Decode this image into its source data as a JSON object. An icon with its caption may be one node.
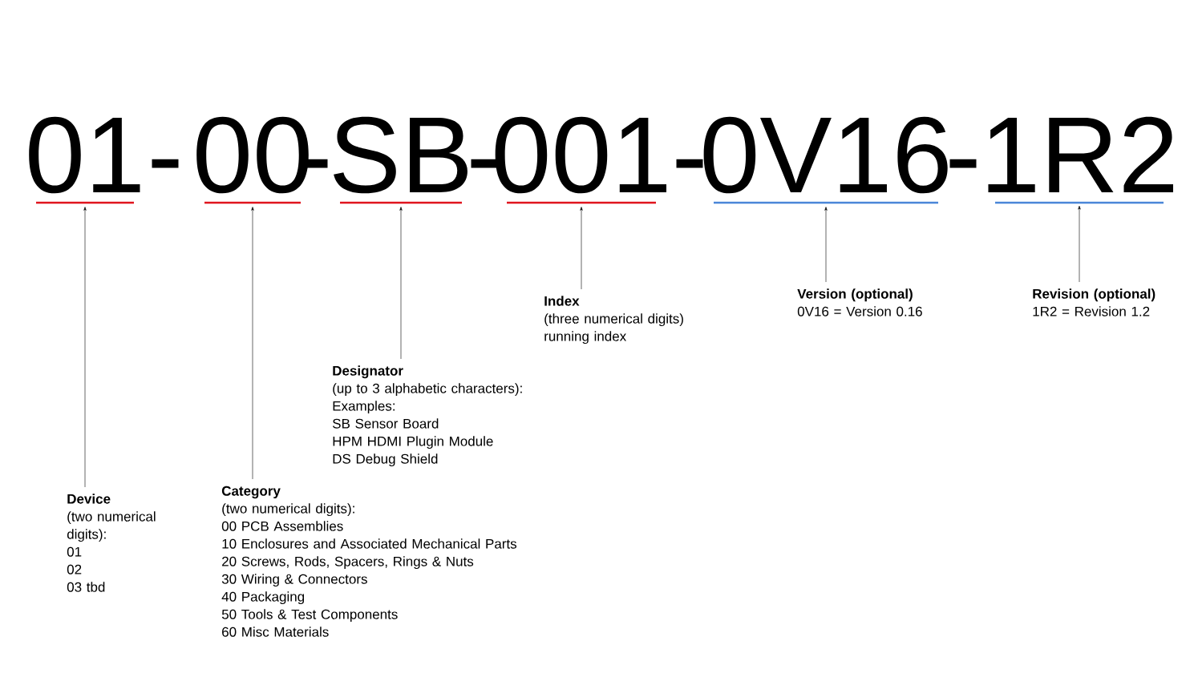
{
  "diagram": {
    "nodes": [
      {
        "text": [
          "01"
        ]
      },
      {
        "text": [
          "00"
        ]
      },
      {
        "text": [
          "SB"
        ]
      },
      {
        "text": [
          "001"
        ]
      },
      {
        "text": [
          "0V16"
        ]
      },
      {
        "text": [
          "1R2"
        ]
      },
      {
        "text": [
          "Device",
          "(two numerical digits):",
          "01",
          "02",
          "03 tbd"
        ]
      },
      {
        "text": [
          "Category",
          "(two numerical digits):",
          "00 PCB Assemblies",
          "10 Enclosures and Associated Mechanical Parts",
          "20 Screws, Rods, Spacers, Rings & Nuts",
          "30 Wiring & Connectors",
          "40 Packaging",
          "50 Tools & Test Components",
          "60 Misc Materials"
        ]
      },
      {
        "text": [
          "Designator",
          "(up to 3 alphabetic characters):",
          "Examples:",
          "SB Sensor Board",
          "HPM HDMI Plugin Module",
          "DS Debug Shield"
        ]
      },
      {
        "text": [
          "Index",
          "(three numerical digits)",
          "running index"
        ]
      },
      {
        "text": [
          "Version (optional)",
          "0V16 = Version 0.16"
        ]
      },
      {
        "text": [
          "Revision (optional)",
          "1R2 = Revision 1.2"
        ]
      }
    ],
    "edges": [
      {
        "from": 6,
        "to": 0,
        "arrow": "to"
      },
      {
        "from": 7,
        "to": 1,
        "arrow": "to"
      },
      {
        "from": 8,
        "to": 2,
        "arrow": "to"
      },
      {
        "from": 9,
        "to": 3,
        "arrow": "to"
      },
      {
        "from": 10,
        "to": 4,
        "arrow": "to"
      },
      {
        "from": 11,
        "to": 5,
        "arrow": "to"
      }
    ],
    "labels": [
      "-",
      "-",
      "-",
      "-",
      "-"
    ]
  }
}
